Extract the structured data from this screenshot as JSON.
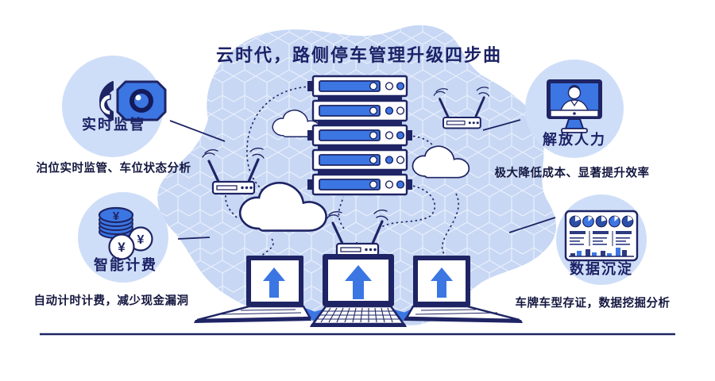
{
  "title": "云时代，路侧停车管理升级四步曲",
  "features": [
    {
      "id": "realtime-monitoring",
      "icon": "camera-icon",
      "label": "实时监管",
      "desc": "泊位实时监管、车位状态分析"
    },
    {
      "id": "free-manpower",
      "icon": "monitor-person-icon",
      "label": "解放人力",
      "desc": "极大降低成本、显著提升效率"
    },
    {
      "id": "smart-billing",
      "icon": "coins-icon",
      "label": "智能计费",
      "desc": "自动计时计费，减少现金漏洞"
    },
    {
      "id": "data-accumulation",
      "icon": "dashboard-icon",
      "label": "数据沉淀",
      "desc": "车牌车型存证，数据挖掘分析"
    }
  ],
  "icons": {
    "currency": "¥"
  },
  "colors": {
    "accent": "#3b76e3",
    "navy": "#1e2464",
    "blob": "#c7d7f4",
    "circle_bg": "#cfdef8",
    "hex_line": "rgba(255,255,255,0.6)"
  }
}
